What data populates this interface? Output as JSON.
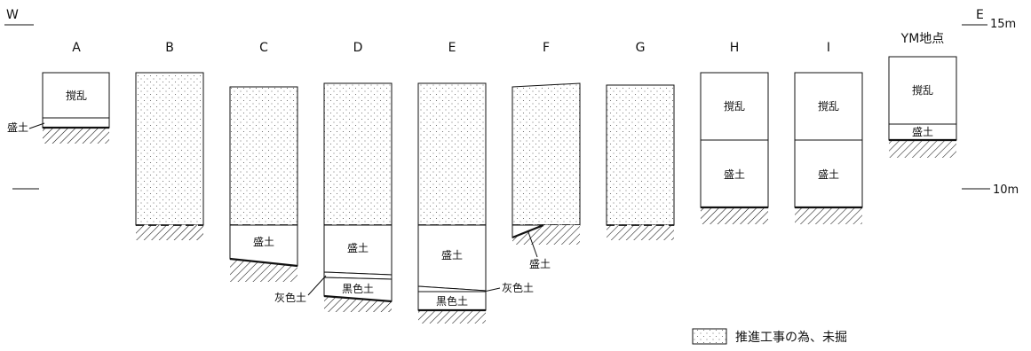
{
  "direction": {
    "west": "W",
    "east": "E"
  },
  "scale": {
    "top": "15m",
    "middle": "10m"
  },
  "columns": [
    {
      "id": "A",
      "label": "A"
    },
    {
      "id": "B",
      "label": "B"
    },
    {
      "id": "C",
      "label": "C"
    },
    {
      "id": "D",
      "label": "D"
    },
    {
      "id": "E",
      "label": "E"
    },
    {
      "id": "F",
      "label": "F"
    },
    {
      "id": "G",
      "label": "G"
    },
    {
      "id": "H",
      "label": "H"
    },
    {
      "id": "I",
      "label": "I"
    },
    {
      "id": "YM",
      "label": "YM地点"
    }
  ],
  "layers": {
    "disturbed": "撹乱",
    "fill": "盛土",
    "gray_soil": "灰色土",
    "black_soil": "黒色土"
  },
  "legend": {
    "label": "推進工事の為、未掘"
  }
}
